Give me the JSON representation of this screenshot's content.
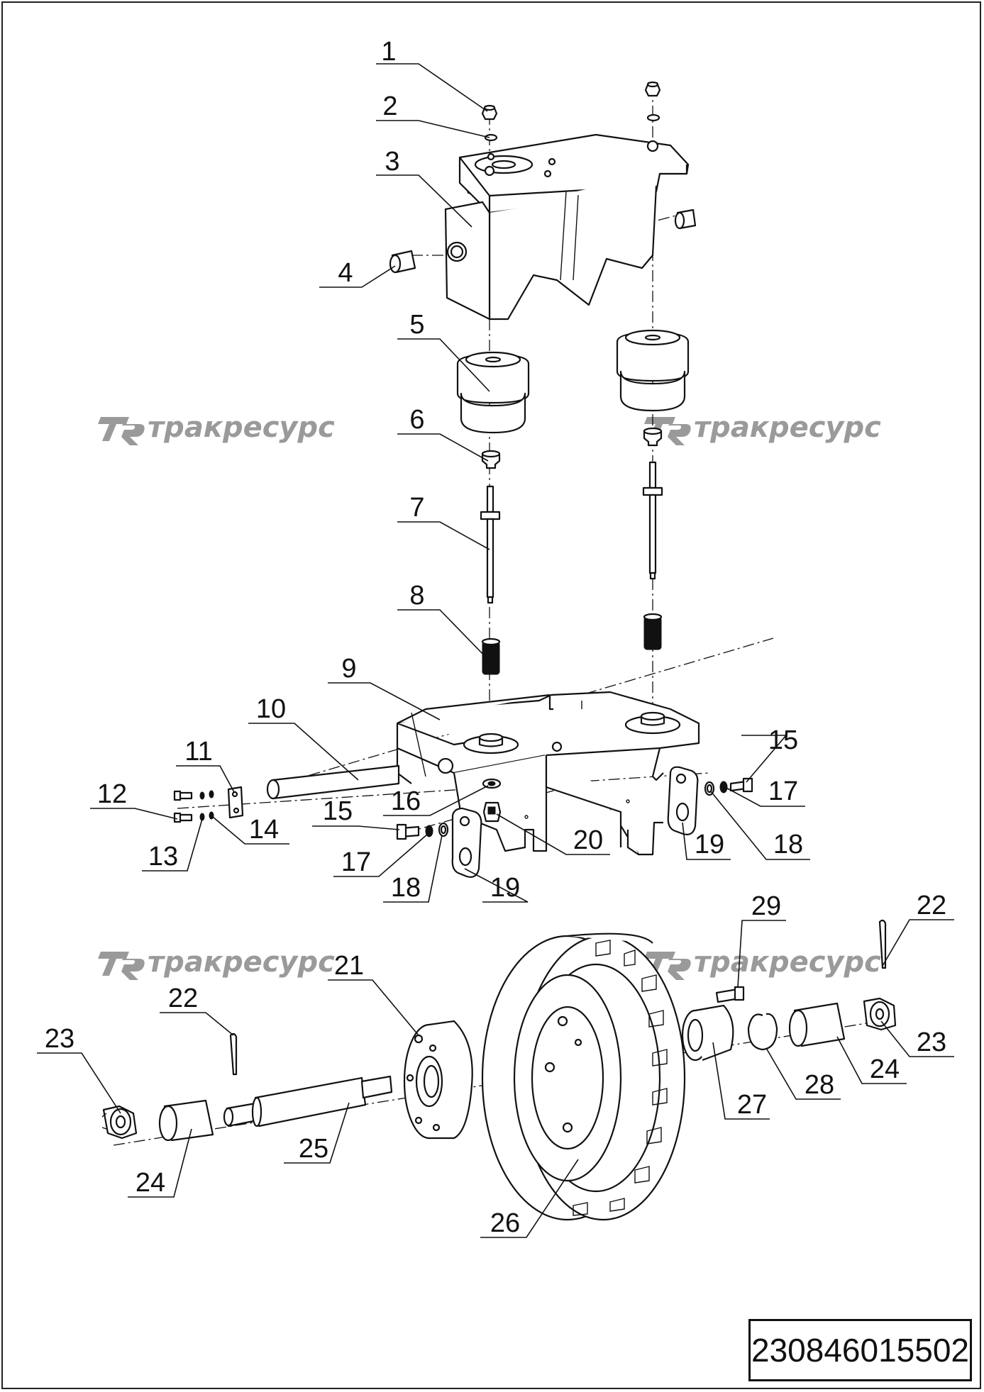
{
  "watermark": {
    "text": "тракресурс",
    "logo_text": "TR",
    "color": "#9a9a9a"
  },
  "document_number": "230846015502",
  "callouts": {
    "c1": "1",
    "c2": "2",
    "c3": "3",
    "c4": "4",
    "c5": "5",
    "c6": "6",
    "c7": "7",
    "c8": "8",
    "c9": "9",
    "c10": "10",
    "c11": "11",
    "c12": "12",
    "c13": "13",
    "c14": "14",
    "c15a": "15",
    "c15b": "15",
    "c16": "16",
    "c17a": "17",
    "c17b": "17",
    "c18a": "18",
    "c18b": "18",
    "c19a": "19",
    "c19b": "19",
    "c20": "20",
    "c21": "21",
    "c22a": "22",
    "c22b": "22",
    "c23a": "23",
    "c23b": "23",
    "c24a": "24",
    "c24b": "24",
    "c25": "25",
    "c26": "26",
    "c27": "27",
    "c28": "28",
    "c29": "29"
  }
}
